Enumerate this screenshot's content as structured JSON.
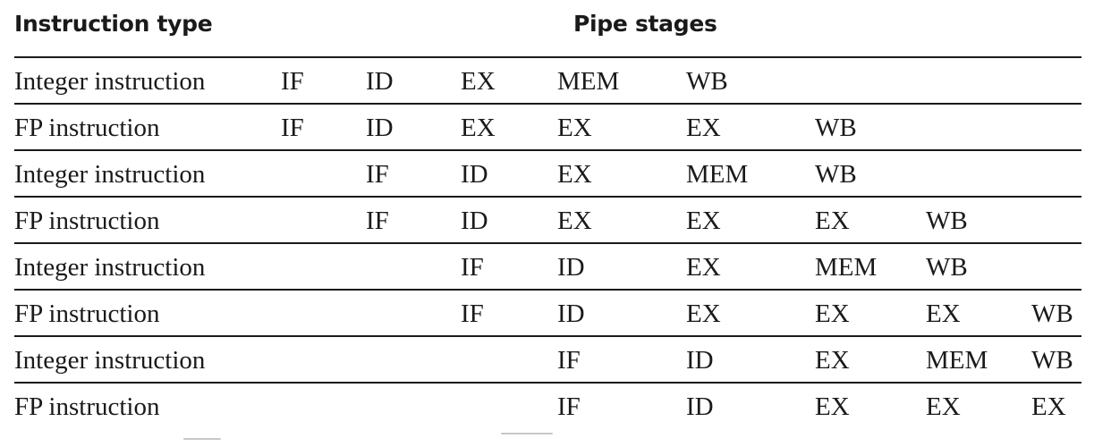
{
  "table": {
    "header": {
      "instruction_type": "Instruction type",
      "pipe_stages": "Pipe stages"
    },
    "rows": [
      {
        "type": "Integer instruction",
        "stages": [
          "IF",
          "ID",
          "EX",
          "MEM",
          "WB",
          "",
          "",
          ""
        ]
      },
      {
        "type": "FP instruction",
        "stages": [
          "IF",
          "ID",
          "EX",
          "EX",
          "EX",
          "WB",
          "",
          ""
        ]
      },
      {
        "type": "Integer instruction",
        "stages": [
          "",
          "IF",
          "ID",
          "EX",
          "MEM",
          "WB",
          "",
          ""
        ]
      },
      {
        "type": "FP instruction",
        "stages": [
          "",
          "IF",
          "ID",
          "EX",
          "EX",
          "EX",
          "WB",
          ""
        ]
      },
      {
        "type": "Integer instruction",
        "stages": [
          "",
          "",
          "IF",
          "ID",
          "EX",
          "MEM",
          "WB",
          ""
        ]
      },
      {
        "type": "FP instruction",
        "stages": [
          "",
          "",
          "IF",
          "ID",
          "EX",
          "EX",
          "EX",
          "WB"
        ]
      },
      {
        "type": "Integer instruction",
        "stages": [
          "",
          "",
          "",
          "IF",
          "ID",
          "EX",
          "MEM",
          "WB"
        ]
      },
      {
        "type": "FP instruction",
        "stages": [
          "",
          "",
          "",
          "IF",
          "ID",
          "EX",
          "EX",
          "EX"
        ]
      }
    ]
  }
}
